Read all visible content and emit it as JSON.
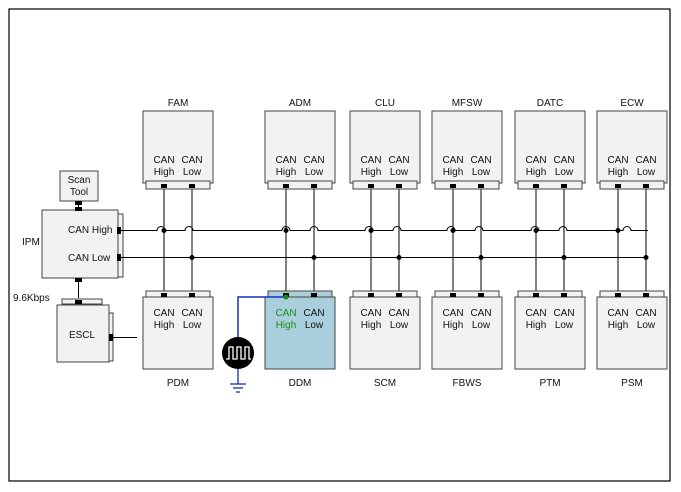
{
  "colors": {
    "highlight_fill": "#a9cfdc",
    "highlight_text": "#1a8a1a",
    "probe_wire": "#1030c0",
    "border": "#000000"
  },
  "scan_tool": {
    "line1": "Scan",
    "line2": "Tool"
  },
  "ipm": {
    "label": "IPM",
    "can_high": "CAN High",
    "can_low": "CAN Low"
  },
  "speed": "9.6Kbps",
  "escl": {
    "label": "ESCL"
  },
  "can_labels": {
    "can": "CAN",
    "high": "High",
    "low": "Low"
  },
  "top_modules": [
    "FAM",
    "ADM",
    "CLU",
    "MFSW",
    "DATC",
    "ECW"
  ],
  "bottom_modules": [
    "PDM",
    "DDM",
    "SCM",
    "FBWS",
    "PTM",
    "PSM"
  ],
  "probe": {
    "icon": "square-wave-icon"
  }
}
